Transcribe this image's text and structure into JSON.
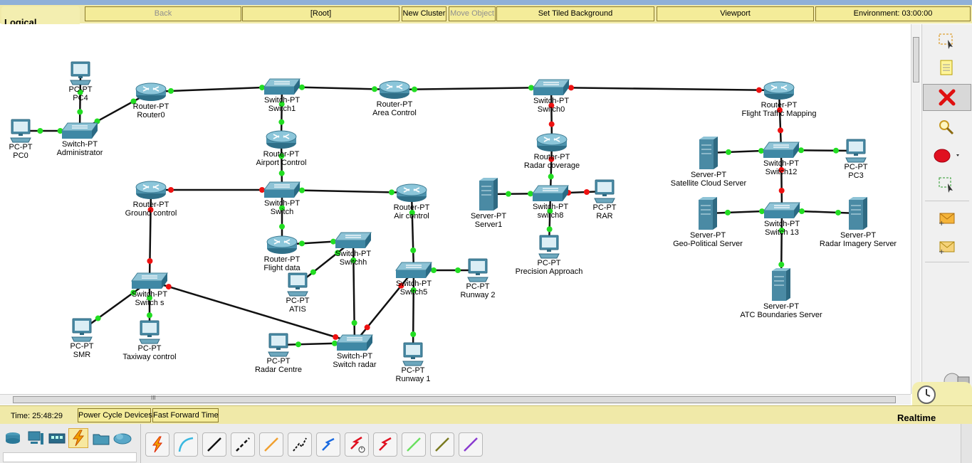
{
  "toolbar": {
    "tab": "Logical",
    "back": "Back",
    "root": "[Root]",
    "new_cluster": "New Cluster",
    "move_object": "Move Object",
    "set_tiled_background": "Set Tiled Background",
    "viewport": "Viewport",
    "environment": "Environment: 03:00:00"
  },
  "devices": [
    {
      "id": "pc4",
      "kind": "pc",
      "type": "PC-PT",
      "name": "PC4"
    },
    {
      "id": "router0",
      "kind": "router",
      "type": "Router-PT",
      "name": "Router0"
    },
    {
      "id": "switch1",
      "kind": "switch",
      "type": "Switch-PT",
      "name": "Switch1"
    },
    {
      "id": "area_control",
      "kind": "router",
      "type": "Router-PT",
      "name": "Area Control"
    },
    {
      "id": "switch0",
      "kind": "switch",
      "type": "Switch-PT",
      "name": "Switch0"
    },
    {
      "id": "flight_traffic",
      "kind": "router",
      "type": "Router-PT",
      "name": "Flight Traffic Mapping"
    },
    {
      "id": "pc0",
      "kind": "pc",
      "type": "PC-PT",
      "name": "PC0"
    },
    {
      "id": "sw_admin",
      "kind": "switch",
      "type": "Switch-PT",
      "name": "Administrator"
    },
    {
      "id": "airport_control",
      "kind": "router",
      "type": "Router-PT",
      "name": "Airport Control"
    },
    {
      "id": "radar_coverage",
      "kind": "router",
      "type": "Router-PT",
      "name": "Radar coverage"
    },
    {
      "id": "satellite_server",
      "kind": "server",
      "type": "Server-PT",
      "name": "Satellite Cloud Server"
    },
    {
      "id": "switch12",
      "kind": "switch",
      "type": "Switch-PT",
      "name": "Switch12"
    },
    {
      "id": "pc3",
      "kind": "pc",
      "type": "PC-PT",
      "name": "PC3"
    },
    {
      "id": "ground_control",
      "kind": "router",
      "type": "Router-PT",
      "name": "Ground control"
    },
    {
      "id": "switch_center",
      "kind": "switch",
      "type": "Switch-PT",
      "name": "Switch"
    },
    {
      "id": "air_control",
      "kind": "router",
      "type": "Router-PT",
      "name": "Air control"
    },
    {
      "id": "server1",
      "kind": "server",
      "type": "Server-PT",
      "name": "Server1"
    },
    {
      "id": "switch8",
      "kind": "switch",
      "type": "Switch-PT",
      "name": "switch8"
    },
    {
      "id": "rar",
      "kind": "pc",
      "type": "PC-PT",
      "name": "RAR"
    },
    {
      "id": "geo_server",
      "kind": "server",
      "type": "Server-PT",
      "name": "Geo-Political Server"
    },
    {
      "id": "switch13",
      "kind": "switch",
      "type": "Switch-PT",
      "name": "Switch 13"
    },
    {
      "id": "radar_imagery_server",
      "kind": "server",
      "type": "Server-PT",
      "name": "Radar Imagery Server"
    },
    {
      "id": "flight_data",
      "kind": "router",
      "type": "Router-PT",
      "name": "Flight data"
    },
    {
      "id": "switchh",
      "kind": "switch",
      "type": "Switch-PT",
      "name": "Switchh"
    },
    {
      "id": "precision_approach",
      "kind": "pc",
      "type": "PC-PT",
      "name": "Precision Approach"
    },
    {
      "id": "atis",
      "kind": "pc",
      "type": "PC-PT",
      "name": "ATIS"
    },
    {
      "id": "switch5",
      "kind": "switch",
      "type": "Switch-PT",
      "name": "Switch5"
    },
    {
      "id": "runway2",
      "kind": "pc",
      "type": "PC-PT",
      "name": "Runway 2"
    },
    {
      "id": "switch_s",
      "kind": "switch",
      "type": "Switch-PT",
      "name": "Switch s"
    },
    {
      "id": "atc_server",
      "kind": "server",
      "type": "Server-PT",
      "name": "ATC Boundaries Server"
    },
    {
      "id": "smr",
      "kind": "pc",
      "type": "PC-PT",
      "name": "SMR"
    },
    {
      "id": "taxiway",
      "kind": "pc",
      "type": "PC-PT",
      "name": "Taxiway control"
    },
    {
      "id": "radar_centre",
      "kind": "pc",
      "type": "PC-PT",
      "name": "Radar Centre"
    },
    {
      "id": "switch_radar",
      "kind": "switch",
      "type": "Switch-PT",
      "name": "Switch radar"
    },
    {
      "id": "runway1",
      "kind": "pc",
      "type": "PC-PT",
      "name": "Runway 1"
    }
  ],
  "links": [
    {
      "a": "pc4",
      "b": "sw_admin",
      "sa": "green",
      "sb": "green"
    },
    {
      "a": "pc0",
      "b": "sw_admin",
      "sa": "green",
      "sb": "green"
    },
    {
      "a": "sw_admin",
      "b": "router0",
      "sa": "green",
      "sb": "green"
    },
    {
      "a": "router0",
      "b": "switch1",
      "sa": "green",
      "sb": "green"
    },
    {
      "a": "switch1",
      "b": "area_control",
      "sa": "green",
      "sb": "green"
    },
    {
      "a": "area_control",
      "b": "switch0",
      "sa": "green",
      "sb": "green"
    },
    {
      "a": "switch0",
      "b": "flight_traffic",
      "sa": "red",
      "sb": "red"
    },
    {
      "a": "switch1",
      "b": "airport_control",
      "sa": "green",
      "sb": "green"
    },
    {
      "a": "airport_control",
      "b": "switch_center",
      "sa": "green",
      "sb": "green"
    },
    {
      "a": "switch0",
      "b": "radar_coverage",
      "sa": "red",
      "sb": "red"
    },
    {
      "a": "radar_coverage",
      "b": "switch8",
      "sa": "red",
      "sb": "green"
    },
    {
      "a": "flight_traffic",
      "b": "switch12",
      "sa": "red",
      "sb": "red"
    },
    {
      "a": "satellite_server",
      "b": "switch12",
      "sa": "green",
      "sb": "green"
    },
    {
      "a": "switch12",
      "b": "pc3",
      "sa": "green",
      "sb": "green"
    },
    {
      "a": "switch12",
      "b": "switch13",
      "sa": "red",
      "sb": "red"
    },
    {
      "a": "ground_control",
      "b": "switch_center",
      "sa": "red",
      "sb": "red"
    },
    {
      "a": "switch_center",
      "b": "air_control",
      "sa": "green",
      "sb": "green"
    },
    {
      "a": "server1",
      "b": "switch8",
      "sa": "green",
      "sb": "green"
    },
    {
      "a": "switch8",
      "b": "rar",
      "sa": "red",
      "sb": "red"
    },
    {
      "a": "geo_server",
      "b": "switch13",
      "sa": "green",
      "sb": "green"
    },
    {
      "a": "switch13",
      "b": "radar_imagery_server",
      "sa": "green",
      "sb": "green"
    },
    {
      "a": "switch13",
      "b": "atc_server",
      "sa": "green",
      "sb": "green"
    },
    {
      "a": "switch_center",
      "b": "flight_data",
      "sa": "green",
      "sb": "green"
    },
    {
      "a": "flight_data",
      "b": "switchh",
      "sa": "green",
      "sb": "green"
    },
    {
      "a": "switchh",
      "b": "atis",
      "sa": "green",
      "sb": "green"
    },
    {
      "a": "switch8",
      "b": "precision_approach",
      "sa": "green",
      "sb": "green"
    },
    {
      "a": "air_control",
      "b": "switch5",
      "sa": "green",
      "sb": "green"
    },
    {
      "a": "switch5",
      "b": "runway2",
      "sa": "green",
      "sb": "green"
    },
    {
      "a": "ground_control",
      "b": "switch_s",
      "sa": "red",
      "sb": "red"
    },
    {
      "a": "switch_s",
      "b": "smr",
      "sa": "green",
      "sb": "green"
    },
    {
      "a": "switch_s",
      "b": "taxiway",
      "sa": "green",
      "sb": "green"
    },
    {
      "a": "switch_s",
      "b": "switch_radar",
      "sa": "red",
      "sb": "red"
    },
    {
      "a": "switchh",
      "b": "switch_radar",
      "sa": "green",
      "sb": "green"
    },
    {
      "a": "switch5",
      "b": "switch_radar",
      "sa": "red",
      "sb": "red"
    },
    {
      "a": "radar_centre",
      "b": "switch_radar",
      "sa": "green",
      "sb": "green"
    },
    {
      "a": "switch5",
      "b": "runway1",
      "sa": "green",
      "sb": "green"
    }
  ],
  "status": {
    "time": "Time: 25:48:29",
    "power_cycle": "Power Cycle Devices",
    "fast_forward": "Fast Forward Time",
    "mode": "Realtime"
  },
  "colors": {
    "link_up": "#22dd22",
    "link_down": "#ee1111",
    "toolbar_bg": "#f0e9a8"
  },
  "icons": {
    "right_panel": [
      "select-icon",
      "note-icon",
      "delete-icon",
      "inspect-icon",
      "draw-ellipse-icon",
      "resize-icon",
      "simple-pdu-icon",
      "complex-pdu-icon"
    ],
    "device_categories": [
      "network-devices-icon",
      "end-devices-icon",
      "components-icon",
      "connections-icon",
      "misc-icon",
      "multiuser-icon"
    ],
    "cables": [
      "auto-connection-icon",
      "console-cable-icon",
      "straight-through-cable-icon",
      "crossover-cable-icon",
      "fiber-cable-icon",
      "phone-cable-icon",
      "coaxial-cable-icon",
      "serial-dce-icon",
      "serial-dte-icon",
      "octal-cable-icon",
      "iot-custom-cable-icon",
      "usb-cable-icon"
    ]
  }
}
